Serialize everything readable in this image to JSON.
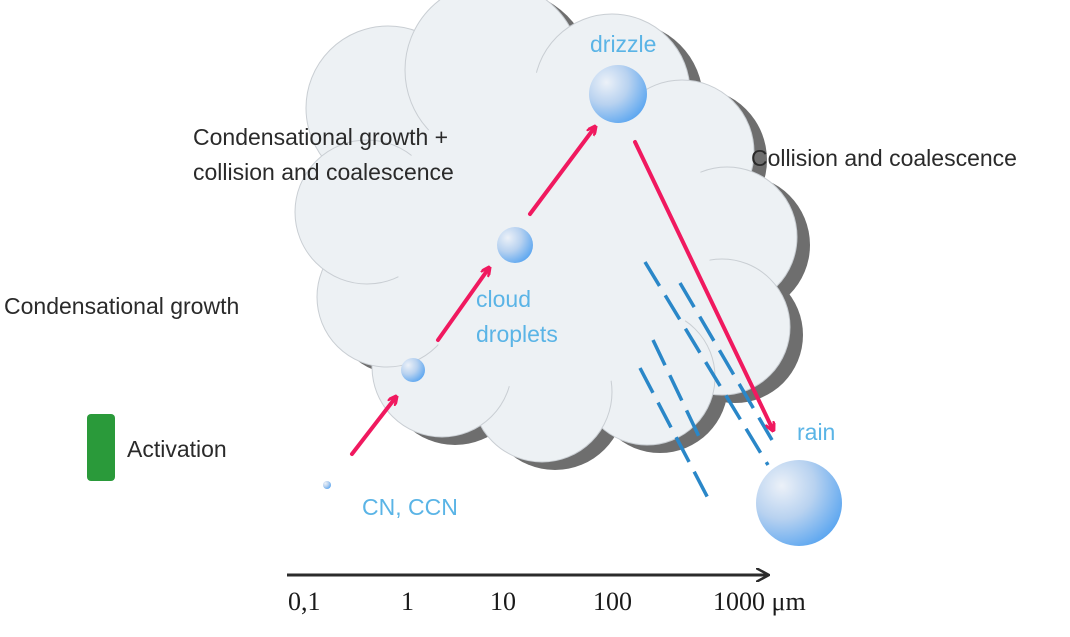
{
  "labels": {
    "condensational_growth": "Condensational growth",
    "cond_coll_line1": "Condensational growth +",
    "cond_coll_line2": "collision and coalescence",
    "collision_coalescence": "Collision and coalescence",
    "activation": "Activation",
    "drizzle": "drizzle",
    "cloud_line1": "cloud",
    "cloud_line2": "droplets",
    "rain": "rain",
    "cn_ccn": "CN, CCN"
  },
  "axis": {
    "ticks": [
      "0,1",
      "1",
      "10",
      "100",
      "1000 μm"
    ]
  },
  "colors": {
    "arrow": "#f0195f",
    "rain_dash": "#2a87c8",
    "activation": "#2a9a3a",
    "cloud_fill": "#edf1f4",
    "cloud_shadow": "#6e6e6e",
    "droplet_light": "#d6e4f5",
    "droplet_dark": "#5fa8f2",
    "blue_text": "#5ab4e6"
  }
}
